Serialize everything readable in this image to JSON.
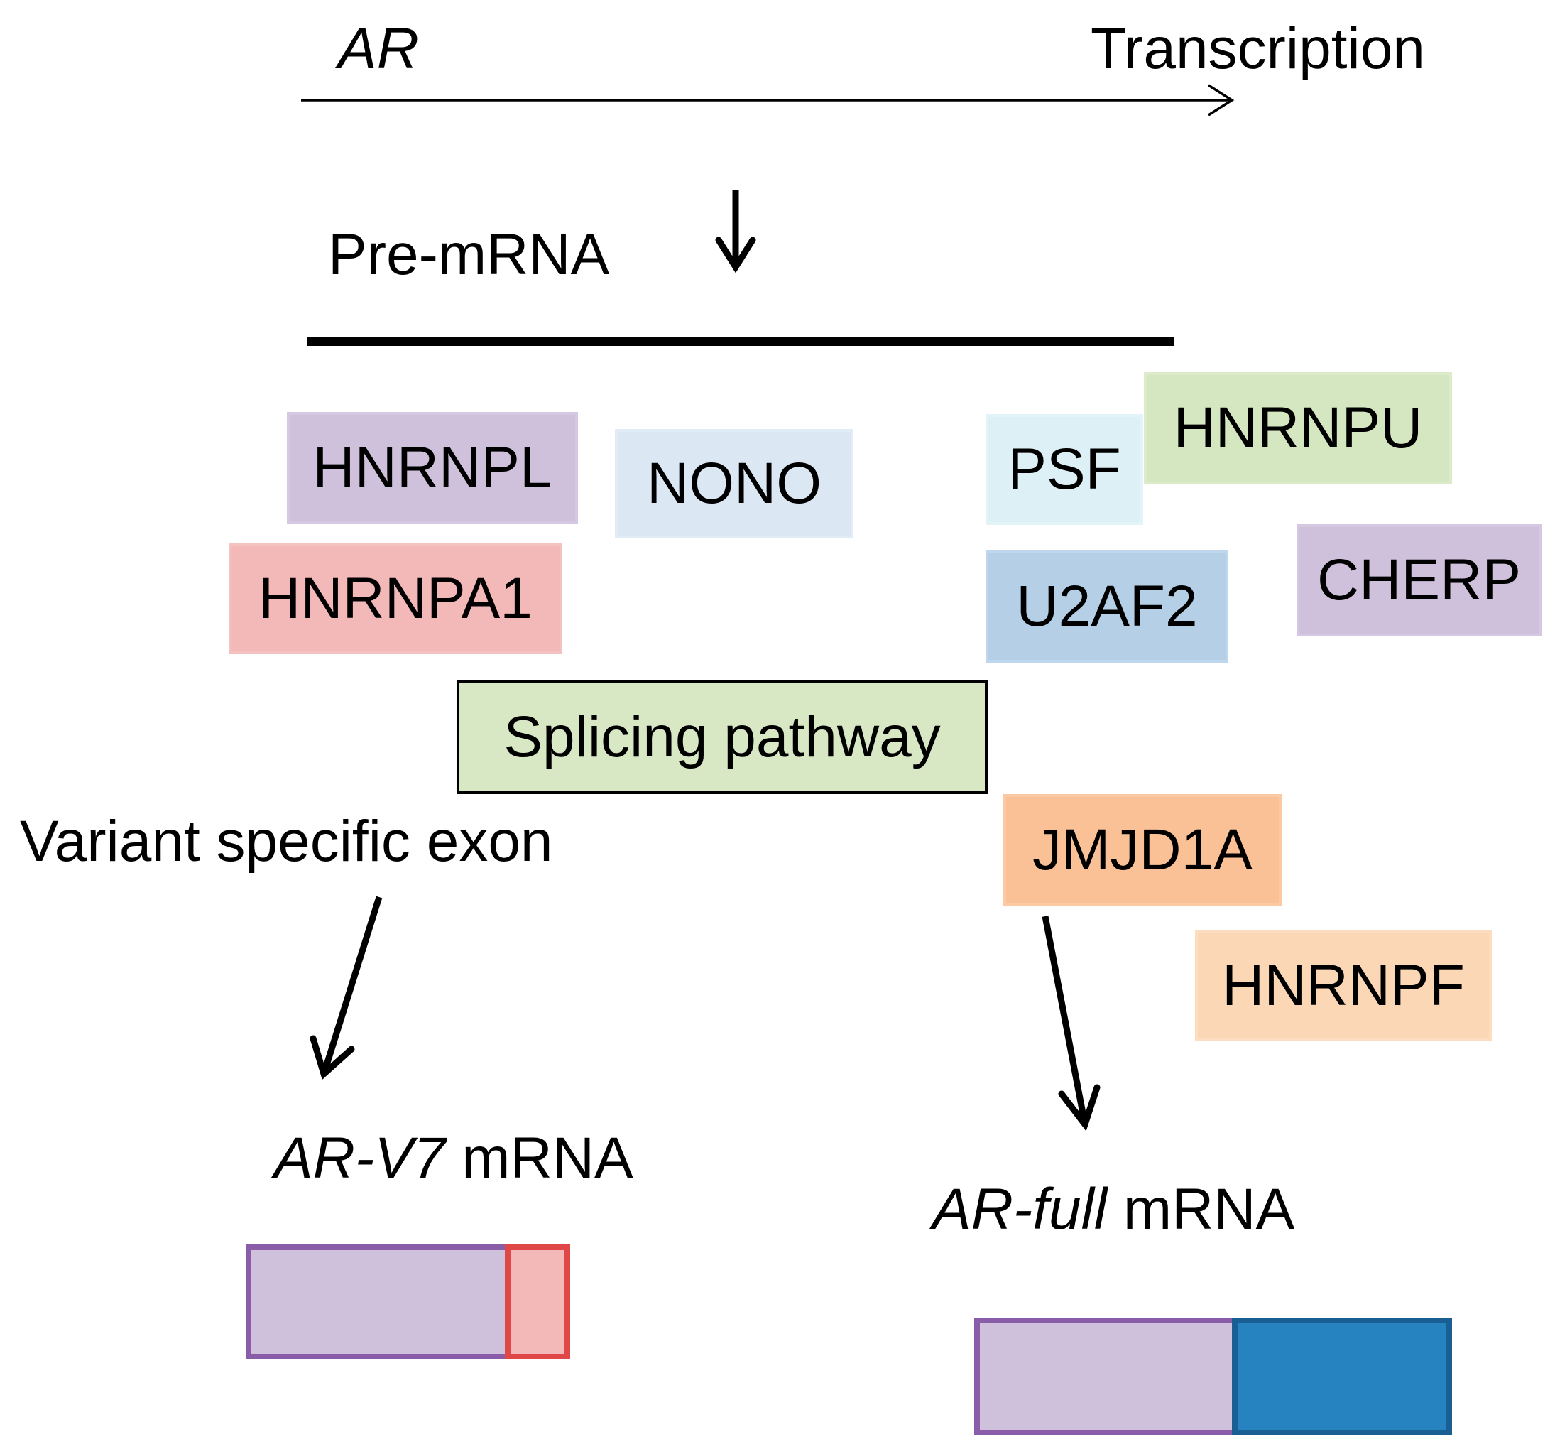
{
  "labels": {
    "gene": "AR",
    "transcription": "Transcription",
    "pre_mrna": "Pre-mRNA",
    "variant_exon": "Variant specific exon",
    "arv7_prefix": "AR-V7",
    "arv7_suffix": " mRNA",
    "arfull_prefix": "AR-full",
    "arfull_suffix": " mRNA"
  },
  "factors": {
    "hnrnpl": "HNRNPL",
    "nono": "NONO",
    "psf": "PSF",
    "hnrnpu": "HNRNPU",
    "hnrnpa1": "HNRNPA1",
    "u2af2": "U2AF2",
    "cherp": "CHERP",
    "jmjd1a": "JMJD1A",
    "hnrnpf": "HNRNPF"
  },
  "pathway": "Splicing pathway",
  "colors": {
    "lavender": "#cfc1dc",
    "lavender_border": "#d5c8e0",
    "light_blue": "#dbe7f2",
    "pale_cyan": "#dcf0f5",
    "light_green": "#d5e7c1",
    "pink": "#f3b8b8",
    "steel_blue": "#b4cfe6",
    "orange": "#fac196",
    "peach": "#fcd7b6",
    "pathway_fill": "#d8e8c5",
    "exon_border_purple": "#8a5da8",
    "exon_border_red": "#e04848",
    "exon_fill_blue": "#2683c0",
    "exon_border_blue": "#1a5f93"
  }
}
